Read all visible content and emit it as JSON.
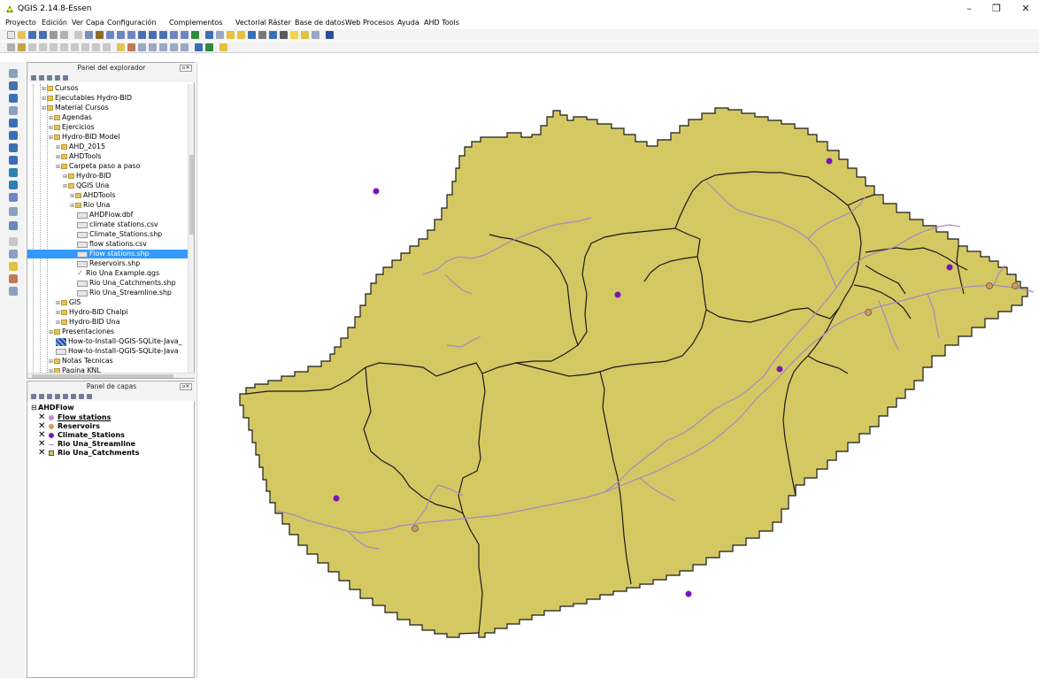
{
  "window": {
    "title": "QGIS 2.14.8-Essen",
    "minimize": "–",
    "restore": "❐",
    "close": "✕"
  },
  "menu": [
    "Proyecto",
    "Edición",
    "Ver",
    "Capa",
    "Configuración",
    "Complementos",
    "Vectorial",
    "Ráster",
    "Base de datos",
    "Web",
    "Procesos",
    "Ayuda",
    "AHD Tools"
  ],
  "browser_panel": {
    "title": "Panel del explorador",
    "items": [
      {
        "label": "Cursos",
        "type": "folder",
        "depth": 2
      },
      {
        "label": "Ejecutables Hydro-BID",
        "type": "folder",
        "depth": 2
      },
      {
        "label": "Material Cursos",
        "type": "folder",
        "depth": 2
      },
      {
        "label": "Agendas",
        "type": "folder",
        "depth": 3
      },
      {
        "label": "Ejercicios",
        "type": "folder",
        "depth": 3
      },
      {
        "label": "Hydro-BID Model",
        "type": "folder",
        "depth": 3
      },
      {
        "label": "AHD_2015",
        "type": "folder",
        "depth": 4
      },
      {
        "label": "AHDTools",
        "type": "folder",
        "depth": 4
      },
      {
        "label": "Carpeta paso a paso",
        "type": "folder",
        "depth": 4
      },
      {
        "label": "Hydro-BID",
        "type": "folder",
        "depth": 5
      },
      {
        "label": "QGIS Una",
        "type": "folder",
        "depth": 5
      },
      {
        "label": "AHDTools",
        "type": "folder",
        "depth": 6
      },
      {
        "label": "Rio Una",
        "type": "folder",
        "depth": 6
      },
      {
        "label": "AHDFlow.dbf",
        "type": "file",
        "depth": 7
      },
      {
        "label": "climate stations.csv",
        "type": "file",
        "depth": 7
      },
      {
        "label": "Climate_Stations.shp",
        "type": "file",
        "depth": 7
      },
      {
        "label": "flow stations.csv",
        "type": "file",
        "depth": 7
      },
      {
        "label": "Flow stations.shp",
        "type": "file",
        "depth": 7,
        "selected": true
      },
      {
        "label": "Reservoirs.shp",
        "type": "file",
        "depth": 7
      },
      {
        "label": "Rio Una Example.qgs",
        "type": "qgs",
        "depth": 7
      },
      {
        "label": "Rio Una_Catchments.shp",
        "type": "file",
        "depth": 7
      },
      {
        "label": "Rio Una_Streamline.shp",
        "type": "file",
        "depth": 7
      },
      {
        "label": "GIS",
        "type": "folder",
        "depth": 4
      },
      {
        "label": "Hydro-BID Chalpi",
        "type": "folder",
        "depth": 4
      },
      {
        "label": "Hydro-BID Una",
        "type": "folder",
        "depth": 4
      },
      {
        "label": "Presentaciones",
        "type": "folder",
        "depth": 3
      },
      {
        "label": "How-to-Install-QGIS-SQLite-Java_",
        "type": "image",
        "depth": 4
      },
      {
        "label": "How-to-Install-QGIS-SQLite-Java",
        "type": "file",
        "depth": 4
      },
      {
        "label": "Notas Tecnicas",
        "type": "folder",
        "depth": 3
      },
      {
        "label": "Pagina KNL",
        "type": "folder",
        "depth": 3
      }
    ]
  },
  "layers_panel": {
    "title": "Panel de capas",
    "group": "AHDFlow",
    "layers": [
      {
        "name": "Flow stations",
        "symbol": "circle",
        "color": "#c48fd0",
        "active": true
      },
      {
        "name": "Reservoirs",
        "symbol": "circle",
        "color": "#d1995a"
      },
      {
        "name": "Climate_Stations",
        "symbol": "circle",
        "color": "#7a16b8"
      },
      {
        "name": "Rio Una_Streamline",
        "symbol": "line",
        "color": "#a889c0"
      },
      {
        "name": "Rio Una_Catchments",
        "symbol": "polygon",
        "color": "#d4c863"
      }
    ]
  },
  "map": {
    "catchment_fill": "#d4c863",
    "catchment_stroke": "#1a1a1a",
    "stream_color": "#a889c0",
    "climate_station_color": "#7a16b8",
    "reservoir_color": "#d1995a"
  }
}
